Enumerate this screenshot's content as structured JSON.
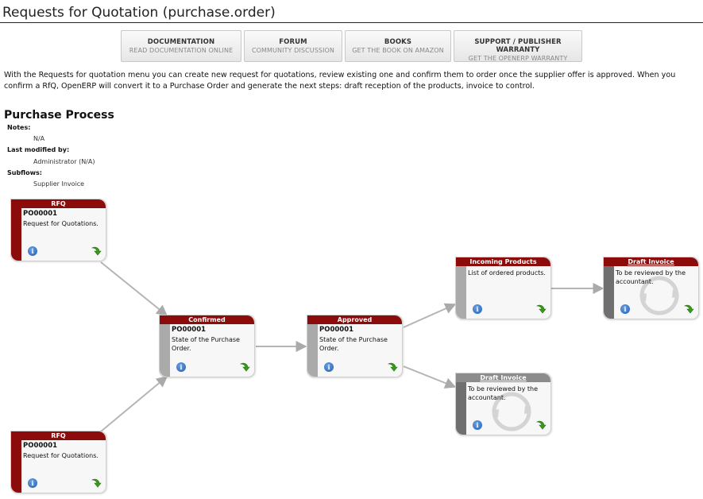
{
  "page": {
    "title": "Requests for Quotation (purchase.order)"
  },
  "help_buttons": [
    {
      "title": "DOCUMENTATION",
      "subtitle": "READ DOCUMENTATION ONLINE"
    },
    {
      "title": "FORUM",
      "subtitle": "COMMUNITY DISCUSSION"
    },
    {
      "title": "BOOKS",
      "subtitle": "GET THE BOOK ON AMAZON"
    },
    {
      "title": "SUPPORT / PUBLISHER WARRANTY",
      "subtitle": "GET THE OPENERP WARRANTY"
    }
  ],
  "intro_text": "With the Requests for quotation menu you can create new request for quotations, review existing one and confirm them to order once the supplier offer is approved. When you confirm a RfQ, OpenERP will convert it to a Purchase Order and generate the next steps: draft reception of the products, invoice to control.",
  "process": {
    "title": "Purchase Process",
    "notes_label": "Notes:",
    "notes_value": "N/A",
    "modified_label": "Last modified by:",
    "modified_value": "Administrator (N/A)",
    "subflows_label": "Subflows:",
    "subflows_value": "Supplier Invoice"
  },
  "nodes": {
    "rfq_top": {
      "header": "RFQ",
      "code": "PO00001",
      "desc": "Request for Quotations."
    },
    "rfq_bottom": {
      "header": "RFQ",
      "code": "PO00001",
      "desc": "Request for Quotations."
    },
    "confirmed": {
      "header": "Confirmed",
      "code": "PO00001",
      "desc": "State of the Purchase Order."
    },
    "approved": {
      "header": "Approved",
      "code": "PO00001",
      "desc": "State of the Purchase Order."
    },
    "incoming": {
      "header": "Incoming Products",
      "desc": "List of ordered products."
    },
    "draft_invoice_right": {
      "header": "Draft Invoice",
      "desc": "To be reviewed by the accountant."
    },
    "draft_invoice_lower": {
      "header": "Draft Invoice",
      "desc": "To be reviewed by the accountant."
    }
  },
  "icons": {
    "info": "info-icon",
    "go": "green-arrow-icon",
    "cycle": "refresh-cycle-icon"
  },
  "icon_glyphs": {
    "info": "i"
  },
  "colors": {
    "node_header_red": "#8c0b0b",
    "node_header_gray": "#8c8c8c",
    "node_body": "#f4f4f4",
    "arrow_green": "#3a9a1a"
  }
}
